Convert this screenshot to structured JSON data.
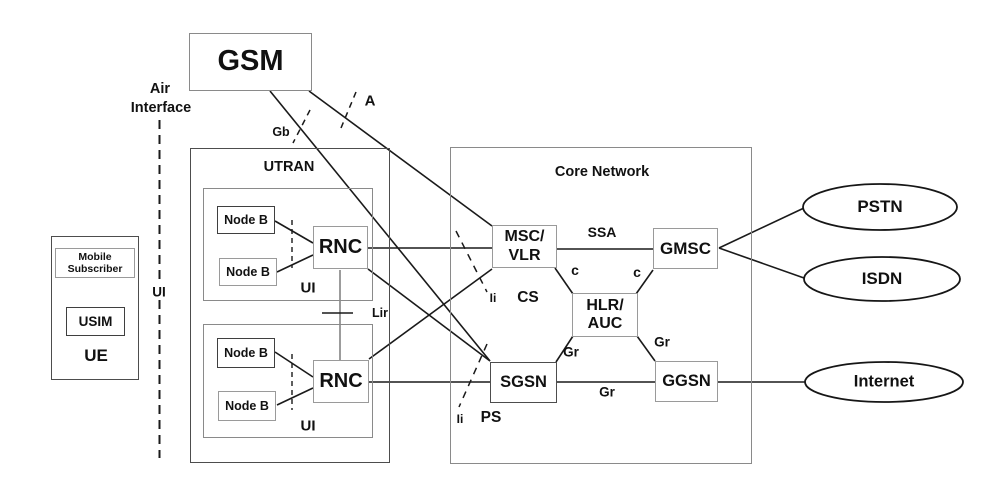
{
  "left_section": {
    "air_interface_label_line1": "Air",
    "air_interface_label_line2": "Interface",
    "air_interface_point_label": "UI",
    "ue": {
      "subscriber_line1": "Mobile",
      "subscriber_line2": "Subscriber",
      "usim_label": "USIM",
      "ue_label": "UE"
    }
  },
  "gsm": {
    "label": "GSM",
    "a_interface_label": "A",
    "gb_interface_label": "Gb"
  },
  "utran": {
    "title": "UTRAN",
    "node_b_label": "Node B",
    "rnc_label": "RNC",
    "uu_interface_label": "UI",
    "iur_interface_label": "Lir"
  },
  "core_network": {
    "title": "Core Network",
    "msc_vlr_line1": "MSC/",
    "msc_vlr_line2": "VLR",
    "gmsc_label": "GMSC",
    "hlr_auc_line1": "HLR/",
    "hlr_auc_line2": "AUC",
    "sgsn_label": "SGSN",
    "ggsn_label": "GGSN",
    "ssa_interface_label": "SSA",
    "c_interface_label": "c",
    "gr_interface_label": "Gr",
    "cs_domain_label": "CS",
    "ps_domain_label": "PS",
    "iu_interface_label": "Ii"
  },
  "external_networks": {
    "pstn_label": "PSTN",
    "isdn_label": "ISDN",
    "internet_label": "Internet"
  },
  "colors": {
    "line": "#1a1a1a",
    "box_border": "#7a7a7a",
    "text": "#111111",
    "background": "#ffffff"
  }
}
